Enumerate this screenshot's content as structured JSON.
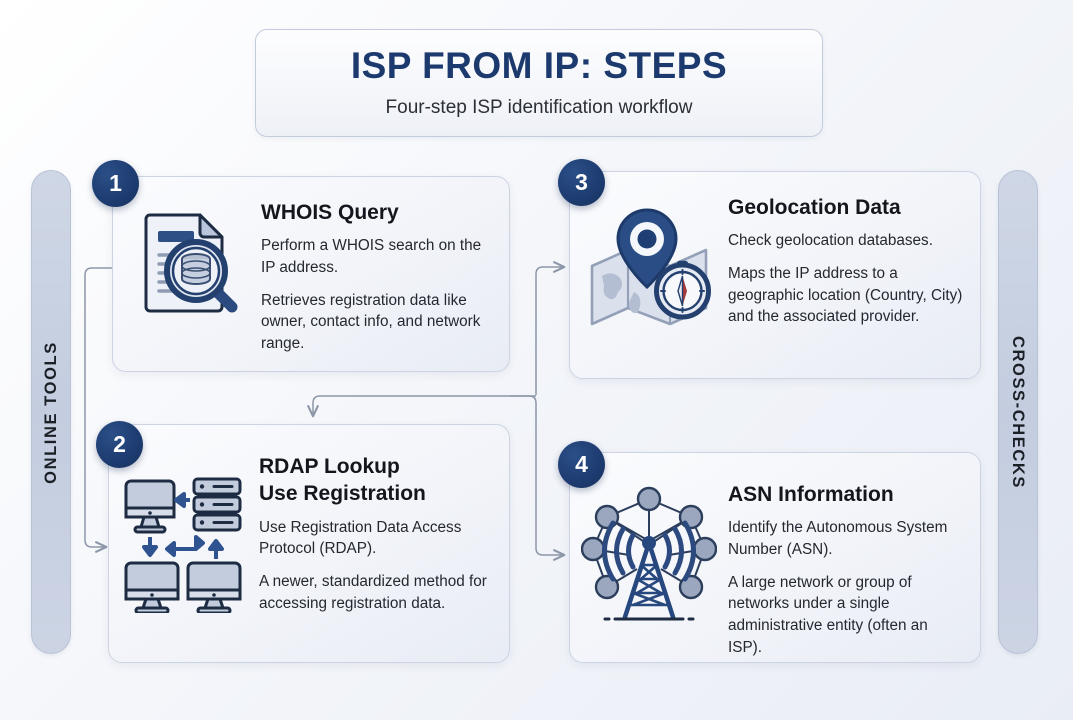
{
  "header": {
    "title": "ISP FROM IP: STEPS",
    "subtitle": "Four-step ISP identification workflow"
  },
  "rails": {
    "left_label": "ONLINE TOOLS",
    "right_label": "CROSS-CHECKS"
  },
  "colors": {
    "accent_navy": "#1e3d72",
    "title_navy": "#1c3a6e",
    "rail_fill": "#c5cdde",
    "card_border": "#ccd4e3",
    "connector": "#8d97a8",
    "body_text": "#24282f"
  },
  "steps": [
    {
      "number": "1",
      "title": "WHOIS Query",
      "icon": "document-magnifier-database-icon",
      "lines": [
        "Perform a WHOIS search on the IP address.",
        "Retrieves registration data like owner, contact info, and network range."
      ]
    },
    {
      "number": "2",
      "title_line1": "RDAP Lookup",
      "title_line2": "Use Registration",
      "icon": "computers-server-exchange-icon",
      "lines": [
        "Use Registration Data Access Protocol (RDAP).",
        "A newer, standardized method for accessing registration data."
      ]
    },
    {
      "number": "3",
      "title": "Geolocation Data",
      "icon": "map-pin-compass-icon",
      "lines": [
        "Check geolocation databases.",
        "Maps the IP address to a geographic location (Country, City) and the associated provider."
      ]
    },
    {
      "number": "4",
      "title": "ASN Information",
      "icon": "radio-tower-network-icon",
      "lines": [
        "Identify the Autonomous System Number (ASN).",
        "A large network or group of networks under a single administrative entity (often an ISP)."
      ]
    }
  ]
}
